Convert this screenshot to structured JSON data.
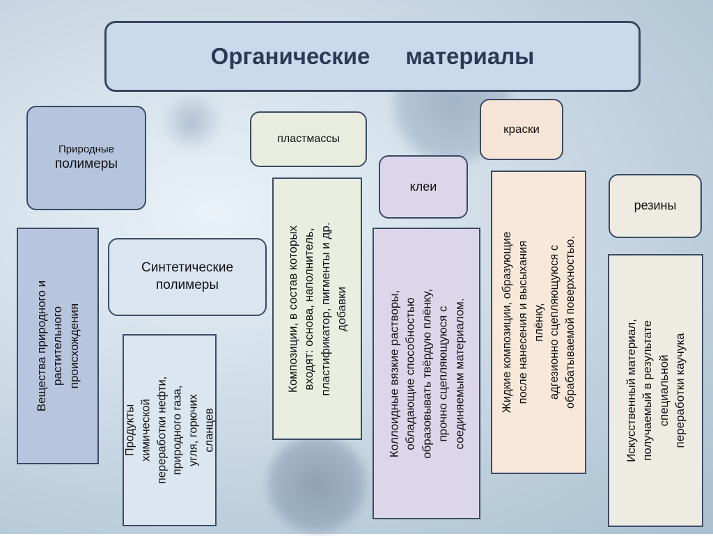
{
  "title": "Органические материалы",
  "categories": {
    "natural": {
      "label_line1": "Природные",
      "label_line2": "полимеры",
      "desc_lines": [
        "Вещества природного и",
        "растительного",
        "происхождения"
      ]
    },
    "synthetic": {
      "label_line1": "Синтетические",
      "label_line2": "полимеры",
      "desc_lines": [
        "Продукты",
        "химической",
        "переработки нефти,",
        "природного газа,",
        "угля, горючих",
        "сланцев"
      ]
    },
    "plastics": {
      "label": "пластмассы",
      "desc_lines": [
        "Композиции, в состав которых",
        "входят: основа, наполнитель,",
        "пластификатор, пигменты и др.",
        "добавки"
      ]
    },
    "glues": {
      "label": "клеи",
      "desc_lines": [
        "Коллоидные вязкие растворы,",
        "обладающие способностью",
        "образовывать твёрдую плёнку,",
        "прочно сцепляющуюся с",
        "соединяемым материалом."
      ]
    },
    "paints": {
      "label": "краски",
      "desc_lines": [
        "Жидкие композиции, образующие",
        "после нанесения и высыхания",
        "плёнку,",
        "адгезионно сцепляющуюся с",
        "обрабатываемой поверхностью."
      ]
    },
    "rubbers": {
      "label": "резины",
      "desc_lines": [
        "Искусственный материал,",
        "получаемый в результате",
        "специальной",
        "переработки каучука"
      ]
    }
  }
}
